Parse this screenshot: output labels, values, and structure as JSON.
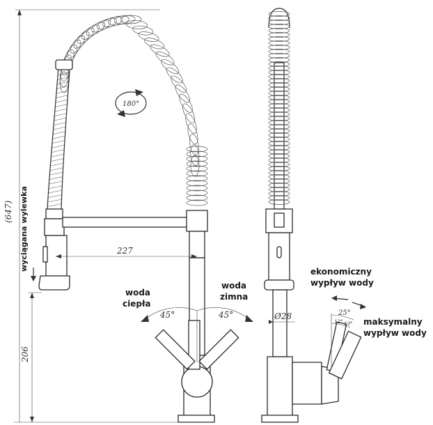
{
  "dimensions": {
    "total_height": "(647)",
    "reach": "227",
    "base_height": "206",
    "body_diameter": "Ø28",
    "rotation": "180°"
  },
  "angles": {
    "left_handle": "45°",
    "right_handle": "45°",
    "side_max": "25°",
    "side_eco_a": "12°",
    "side_eco_b": "13°"
  },
  "labels": {
    "pull_out_spout": "wyciągana wylewka",
    "hot_water_line1": "woda",
    "hot_water_line2": "ciepła",
    "cold_water_line1": "woda",
    "cold_water_line2": "zimna",
    "eco_line1": "ekonomiczny",
    "eco_line2": "wypływ wody",
    "max_line1": "maksymalny",
    "max_line2": "wypływ wody"
  },
  "colors": {
    "line": "#2a2a2a",
    "text": "#1a1a1a"
  }
}
